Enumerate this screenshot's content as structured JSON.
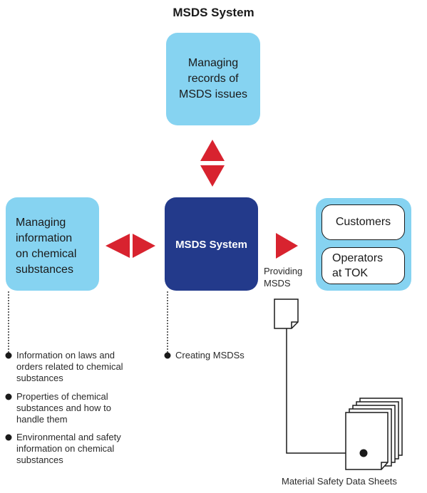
{
  "title": "MSDS System",
  "boxes": {
    "records": [
      "Managing",
      "records of",
      "MSDS issues"
    ],
    "info": [
      "Managing",
      "information",
      "on chemical",
      "substances"
    ],
    "center": "MSDS System",
    "customers": "Customers",
    "operators": [
      "Operators",
      "at TOK"
    ]
  },
  "providing": [
    "Providing",
    "MSDS"
  ],
  "left_bullets": [
    [
      "Information on laws and",
      "orders related to chemical",
      "substances"
    ],
    [
      "Properties of chemical",
      "substances and how to",
      "handle them"
    ],
    [
      "Environmental and safety",
      "information on chemical",
      "substances"
    ]
  ],
  "center_bullet": "Creating MSDSs",
  "caption": "Material Safety Data Sheets",
  "colors": {
    "light_box": "#86d3f1",
    "dark_box": "#233a8b",
    "arrow": "#d8232f"
  }
}
